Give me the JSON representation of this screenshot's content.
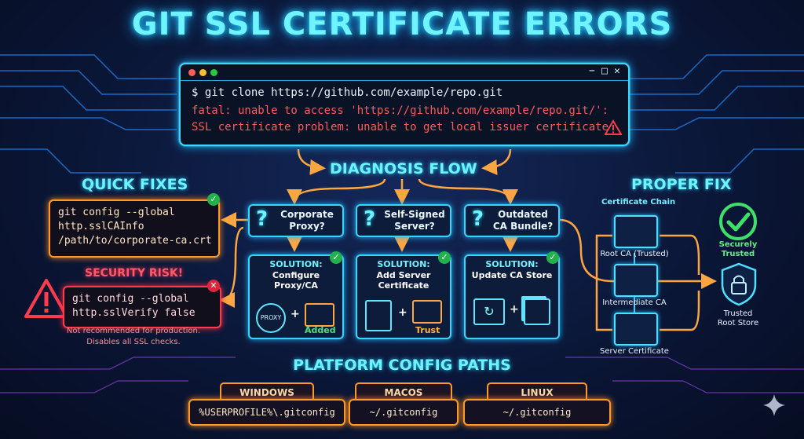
{
  "title": "GIT SSL CERTIFICATE ERRORS",
  "terminal": {
    "close_glyph": "✕",
    "command": "$ git clone https://github.com/example/repo.git",
    "error_line_1": "fatal: unable to access 'https://github.com/example/repo.git/':",
    "error_line_2": "SSL certificate problem: unable to get local issuer certificate"
  },
  "diagnosis": {
    "heading": "DIAGNOSIS FLOW",
    "questions": [
      {
        "label": "Corporate Proxy?"
      },
      {
        "label": "Self-Signed Server?"
      },
      {
        "label": "Outdated CA Bundle?"
      }
    ],
    "solutions": [
      {
        "head": "SOLUTION:",
        "text": "Configure Proxy/CA",
        "icon_label": "PROXY",
        "status": "Added"
      },
      {
        "head": "SOLUTION:",
        "text": "Add Server Certificate",
        "status": "Trust"
      },
      {
        "head": "SOLUTION:",
        "text": "Update CA Store"
      }
    ]
  },
  "quick_fixes": {
    "heading": "QUICK FIXES",
    "code_line_1": "git config --global",
    "code_line_2": "http.sslCAInfo",
    "code_line_3": "/path/to/corporate-ca.crt"
  },
  "security_risk": {
    "heading": "SECURITY RISK!",
    "code_line_1": "git config --global",
    "code_line_2": "http.sslVerify false",
    "note_line_1": "Not recommended for production.",
    "note_line_2": "Disables all SSL checks."
  },
  "proper_fix": {
    "heading": "PROPER FIX",
    "chain_title": "Certificate Chain",
    "chain": [
      {
        "label": "Root CA (Trusted)"
      },
      {
        "label": "Intermediate CA"
      },
      {
        "label": "Server Certificate"
      }
    ],
    "trusted_line_1": "Securely",
    "trusted_line_2": "Trusted",
    "store_line_1": "Trusted",
    "store_line_2": "Root Store"
  },
  "platform": {
    "heading": "PLATFORM CONFIG PATHS",
    "items": [
      {
        "name": "WINDOWS",
        "path": "%USERPROFILE%\\.gitconfig"
      },
      {
        "name": "MACOS",
        "path": "~/.gitconfig"
      },
      {
        "name": "LINUX",
        "path": "~/.gitconfig"
      }
    ]
  },
  "colors": {
    "accent": "#6ff3ff",
    "warning": "#ff9a2a",
    "danger": "#ff3b4e",
    "success": "#3ee06a"
  }
}
